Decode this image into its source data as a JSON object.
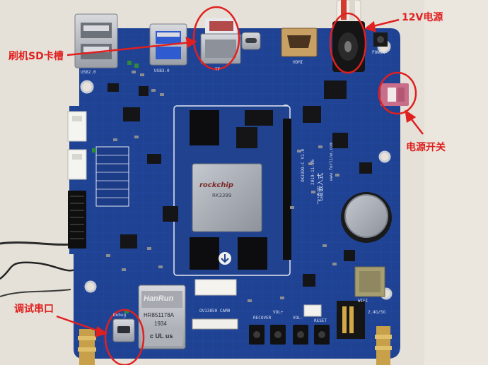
{
  "annotations": {
    "sd_flash": "刷机SD卡槽",
    "power_12v": "12V电源",
    "power_switch": "电源开关",
    "debug_uart": "调试串口"
  },
  "board_labels": {
    "soc_brand": "rockchip",
    "soc_model": "RK3399",
    "board_model": "OK3399-C V1.0",
    "board_date": "2019-11-26",
    "vendor_web": "www.forlinx.com",
    "vendor_cn": "飞凌嵌入式",
    "ethernet_brand": "HanRun",
    "ethernet_model": "HR851178A",
    "ethernet_code": "1934",
    "ethernet_mark": "c UL us",
    "silk_usb_otg": "USB2.0",
    "silk_usb3": "USB3.0",
    "silk_tf": "TF",
    "silk_hdmi": "HDMI",
    "silk_power": "POWER",
    "silk_camera": "OV13850 CAM0",
    "silk_recover": "RECOVER",
    "silk_vol_up": "VOL+",
    "silk_vol_down": "VOL-",
    "silk_debug": "Debug",
    "silk_reset": "RESET",
    "silk_wifi": "WIFI",
    "silk_headphone": "2.4G/5G"
  },
  "colors": {
    "annotation_red": "#e02020",
    "pcb_blue": "#1d3f8e",
    "background": "#e9e4dc"
  }
}
